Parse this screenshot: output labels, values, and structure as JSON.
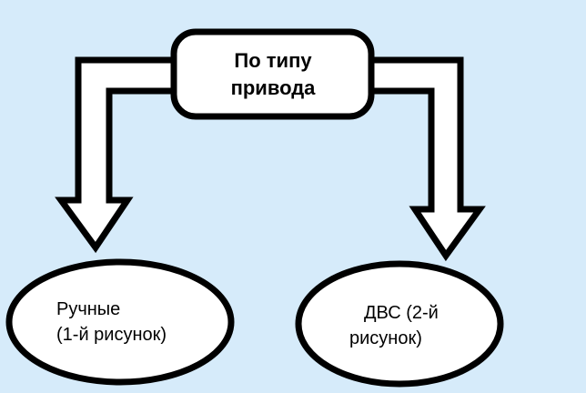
{
  "diagram": {
    "root": {
      "line1": "По типу",
      "line2": "привода"
    },
    "left_node": {
      "line1": "Ручные",
      "line2": "(1-й рисунок)"
    },
    "right_node": {
      "line1": "ДВС (2-й",
      "line2": "рисунок)"
    },
    "colors": {
      "background": "#d6ebfa",
      "fill": "#ffffff",
      "stroke": "#000000"
    }
  }
}
